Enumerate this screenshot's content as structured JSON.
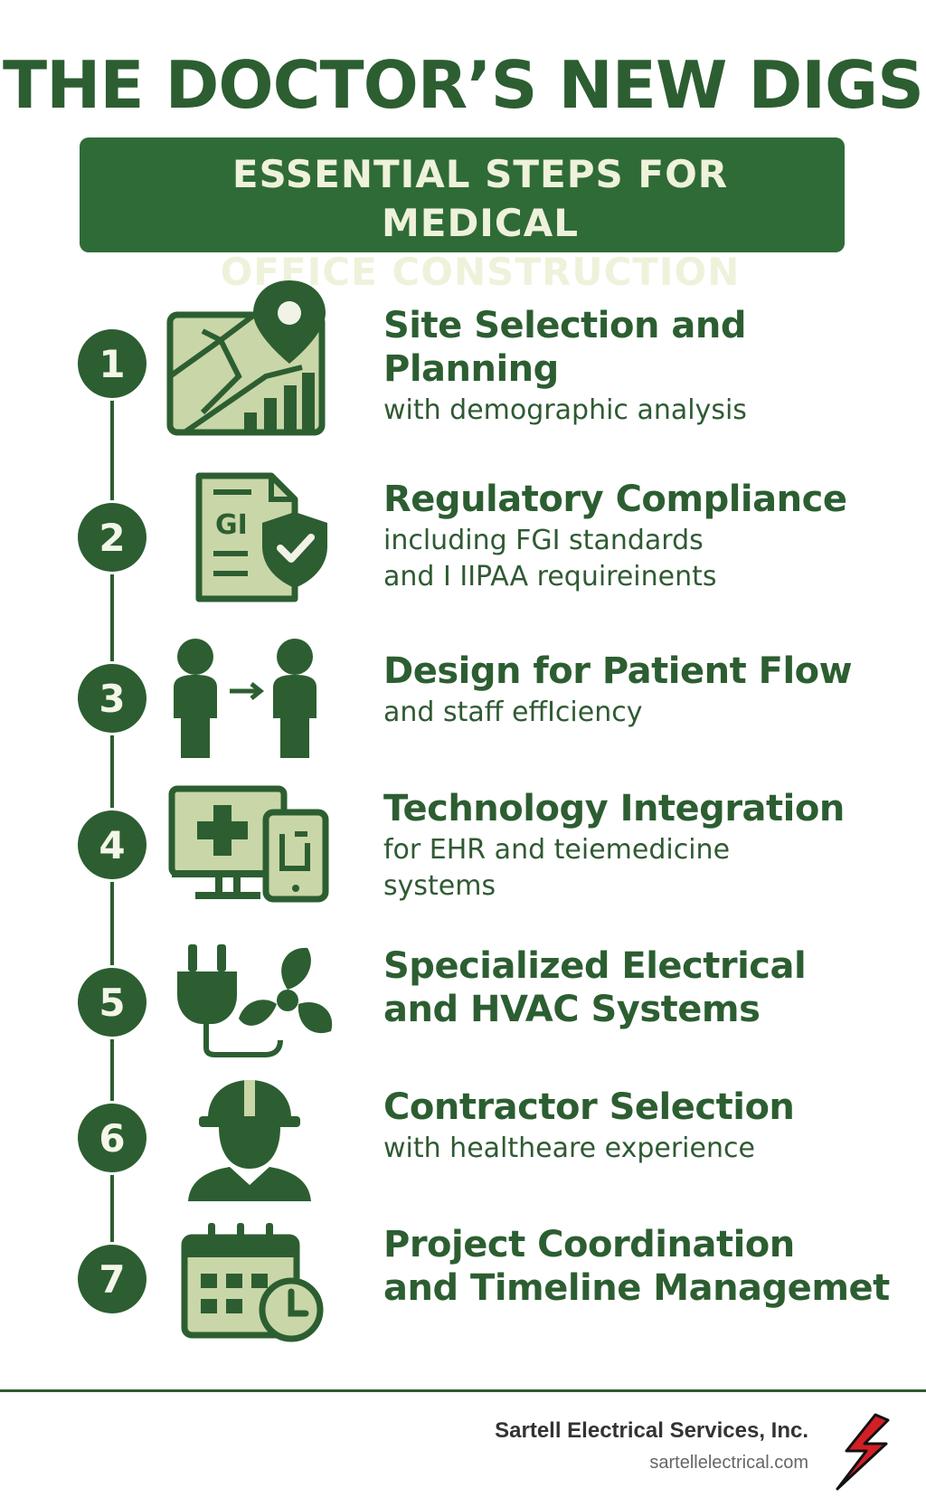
{
  "header": {
    "title": "THE DOCTOR’S NEW DIGS",
    "subtitle_line1": "ESSENTIAL STEPS FOR MEDICAL",
    "subtitle_line2": "OFFICE CONSTRUCTION"
  },
  "colors": {
    "primary_green": "#2c5e31",
    "light_green": "#c9d6a8",
    "banner_text": "#eff2db",
    "logo_red": "#d21f26"
  },
  "steps": [
    {
      "number": "1",
      "icon": "map-pin-chart-icon",
      "title_line1": "Site Selection and",
      "title_line2": "Planning",
      "sub_line1": "with demographic analysis",
      "sub_line2": ""
    },
    {
      "number": "2",
      "icon": "document-shield-icon",
      "title_line1": "Regulatory Compliance",
      "title_line2": "",
      "sub_line1": "including FGI standards",
      "sub_line2": "and I IIPAA requireinents",
      "icon_text": "GI"
    },
    {
      "number": "3",
      "icon": "patient-flow-icon",
      "title_line1": "Design for Patient Flow",
      "title_line2": "",
      "sub_line1": "and staff effIciency",
      "sub_line2": ""
    },
    {
      "number": "4",
      "icon": "monitor-tablet-icon",
      "title_line1": "Technology Integration",
      "title_line2": "",
      "sub_line1": "for EHR and teiemedicine",
      "sub_line2": "systems"
    },
    {
      "number": "5",
      "icon": "plug-fan-icon",
      "title_line1": "Specialized Electrical",
      "title_line2": "and HVAC Systems",
      "sub_line1": "",
      "sub_line2": ""
    },
    {
      "number": "6",
      "icon": "contractor-hardhat-icon",
      "title_line1": "Contractor Selection",
      "title_line2": "",
      "sub_line1": "with healtheare experience",
      "sub_line2": ""
    },
    {
      "number": "7",
      "icon": "calendar-clock-icon",
      "title_line1": "Project Coordination",
      "title_line2": "and Timeline Managemet",
      "sub_line1": "",
      "sub_line2": ""
    }
  ],
  "footer": {
    "company_name": "Sartell Electrical Services, Inc.",
    "url": "sartellelectrical.com",
    "logo_icon": "lightning-bolt-logo-icon"
  }
}
